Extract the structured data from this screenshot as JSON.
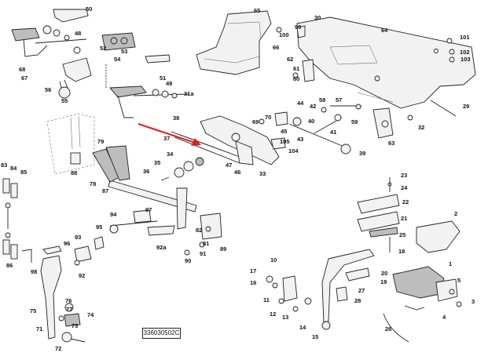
{
  "drawing_code": "336030502C",
  "callouts": [
    "1",
    "2",
    "3",
    "4",
    "5",
    "10",
    "11",
    "12",
    "13",
    "14",
    "15",
    "16",
    "17",
    "18",
    "19",
    "20",
    "21",
    "22",
    "23",
    "24",
    "25",
    "26",
    "27",
    "28",
    "29",
    "30",
    "31a",
    "32",
    "33",
    "34",
    "35",
    "36",
    "37",
    "38",
    "39",
    "40",
    "41",
    "42",
    "43",
    "44",
    "45",
    "46",
    "47",
    "48",
    "49",
    "50",
    "51",
    "52",
    "53",
    "54",
    "55",
    "56",
    "57",
    "58",
    "59",
    "60",
    "61",
    "62",
    "63",
    "64",
    "65",
    "66",
    "67",
    "68",
    "69",
    "70",
    "71",
    "72",
    "73",
    "74",
    "75",
    "76",
    "77",
    "78",
    "79",
    "81",
    "82",
    "83",
    "84",
    "85",
    "86",
    "87",
    "88",
    "89",
    "90",
    "91",
    "92",
    "92a",
    "93",
    "94",
    "95",
    "96",
    "97",
    "98",
    "99",
    "100",
    "101",
    "102",
    "103",
    "104",
    "105"
  ],
  "accent": {
    "arrow": "#e0201c"
  }
}
